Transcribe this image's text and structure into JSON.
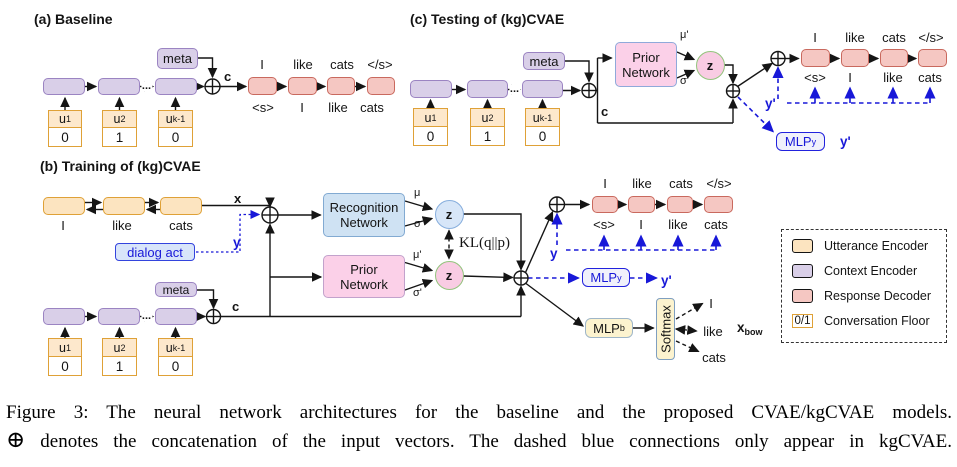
{
  "panels": {
    "a": {
      "title": "(a) Baseline",
      "meta": "meta",
      "dots": "...",
      "c_label": "c",
      "inputs": [
        {
          "base": "u",
          "sub": "1",
          "floor": "0"
        },
        {
          "base": "u",
          "sub": "2",
          "floor": "1"
        },
        {
          "base": "u",
          "sub": "k-1",
          "floor": "0"
        }
      ],
      "dec_top": [
        "I",
        "like",
        "cats",
        "</s>"
      ],
      "dec_bottom": [
        "<s>",
        "I",
        "like",
        "cats"
      ]
    },
    "b": {
      "title": "(b) Training of (kg)CVAE",
      "utt_words": [
        "I",
        "like",
        "cats"
      ],
      "x_label": "x",
      "y_label": "y",
      "y_prime": "y'",
      "c_label": "c",
      "meta": "meta",
      "dots": "...",
      "dialog_act": "dialog act",
      "recognition": [
        "Recognition",
        "Network"
      ],
      "prior": [
        "Prior",
        "Network"
      ],
      "mu": "μ",
      "sigma": "σ",
      "mu_prime": "μ'",
      "sigma_prime": "σ'",
      "z": "z",
      "kl": "KL(q||p)",
      "inputs": [
        {
          "base": "u",
          "sub": "1",
          "floor": "0"
        },
        {
          "base": "u",
          "sub": "2",
          "floor": "1"
        },
        {
          "base": "u",
          "sub": "k-1",
          "floor": "0"
        }
      ],
      "dec_top": [
        "I",
        "like",
        "cats",
        "</s>"
      ],
      "dec_bottom": [
        "<s>",
        "I",
        "like",
        "cats"
      ],
      "mlp_y": {
        "base": "MLP",
        "sub": "y"
      },
      "mlp_b": {
        "base": "MLP",
        "sub": "b"
      },
      "softmax": "Softmax",
      "bow_words": [
        "I",
        "like",
        "cats"
      ],
      "x_bow": {
        "base": "x",
        "sub": "bow"
      }
    },
    "c": {
      "title": "(c) Testing of (kg)CVAE",
      "meta": "meta",
      "dots": "...",
      "c_label": "c",
      "prior": [
        "Prior",
        "Network"
      ],
      "mu_prime": "μ'",
      "sigma_prime": "σ'",
      "z": "z",
      "inputs": [
        {
          "base": "u",
          "sub": "1",
          "floor": "0"
        },
        {
          "base": "u",
          "sub": "2",
          "floor": "1"
        },
        {
          "base": "u",
          "sub": "k-1",
          "floor": "0"
        }
      ],
      "dec_top": [
        "I",
        "like",
        "cats",
        "</s>"
      ],
      "dec_bottom": [
        "<s>",
        "I",
        "like",
        "cats"
      ],
      "y_prime_dec": "y'",
      "y_prime_out": "y'",
      "mlp_y": {
        "base": "MLP",
        "sub": "y"
      }
    }
  },
  "legend": {
    "items": [
      {
        "label": "Utterance Encoder"
      },
      {
        "label": "Context Encoder"
      },
      {
        "label": "Response Decoder"
      },
      {
        "label": "Conversation Floor",
        "swatch_text": "0/1"
      }
    ]
  },
  "caption": {
    "line1": "Figure 3: The neural network architectures for the baseline and the proposed CVAE/kgCVAE models.",
    "line2_symbol": "⊕",
    "line2_text": "denotes the concatenation of the input vectors. The dashed blue connections only appear in kgCVAE."
  },
  "colors": {
    "utterance_encoder": "#fce4c0",
    "context_encoder": "#d9cfe8",
    "response_decoder": "#f5c7c2",
    "accent_blue": "#1818d8"
  }
}
